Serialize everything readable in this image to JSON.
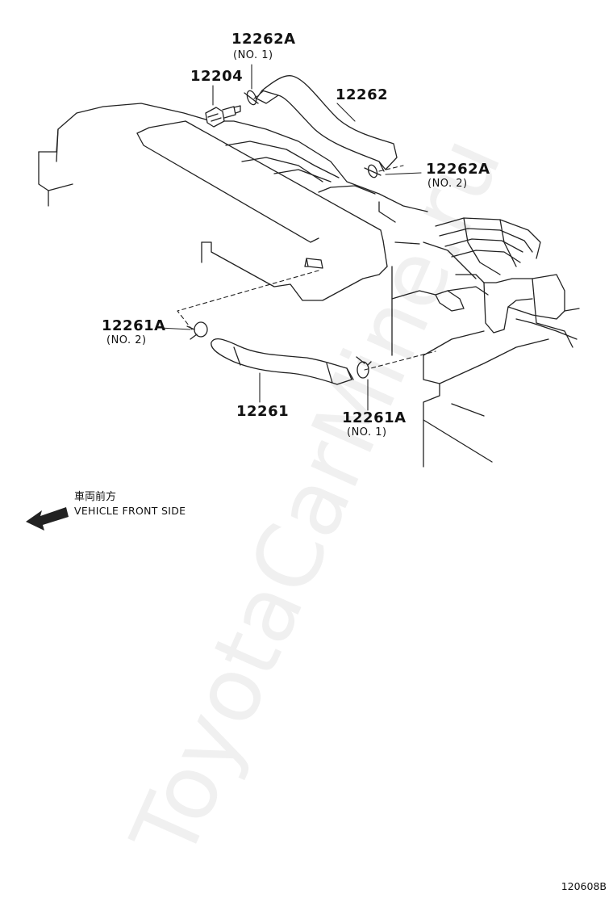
{
  "labels": {
    "p12262A_top": "12262A",
    "p12262A_top_sub": "(NO. 1)",
    "p12204": "12204",
    "p12262": "12262",
    "p12262A_mid": "12262A",
    "p12262A_mid_sub": "(NO. 2)",
    "p12261A_left": "12261A",
    "p12261A_left_sub": "(NO. 2)",
    "p12261": "12261",
    "p12261A_right": "12261A",
    "p12261A_right_sub": "(NO. 1)"
  },
  "direction": {
    "jp": "車両前方",
    "en": "VEHICLE FRONT SIDE",
    "arrow_icon": "arrow-left-icon"
  },
  "figure_code": "120608B",
  "watermark": "ToyotaCarMine.ru"
}
